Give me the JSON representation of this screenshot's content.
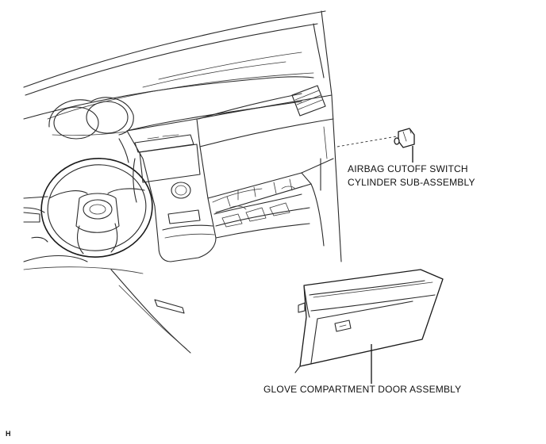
{
  "labels": {
    "airbag_line1": "AIRBAG CUTOFF SWITCH",
    "airbag_line2": "CYLINDER SUB-ASSEMBLY",
    "glove_box": "GLOVE COMPARTMENT DOOR ASSEMBLY"
  },
  "figure_ref": "H"
}
